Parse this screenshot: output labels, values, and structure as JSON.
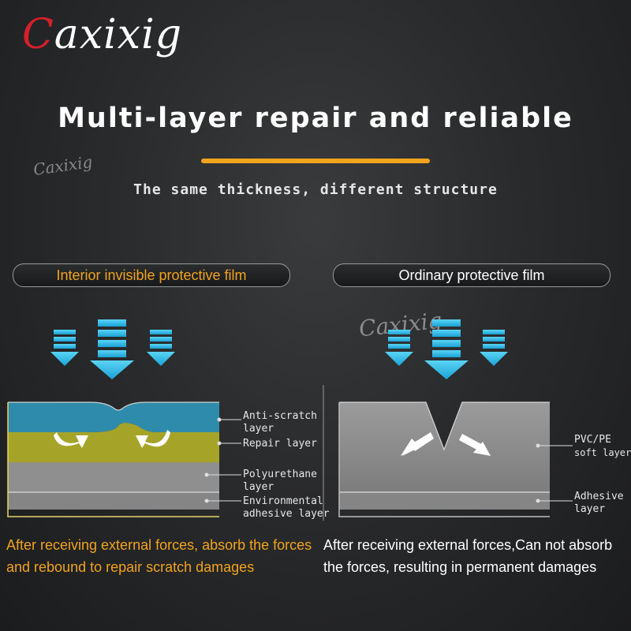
{
  "brand": {
    "logo_text": "Caxixig",
    "logo_first": "C",
    "logo_rest": "axixig",
    "accent": "#d4202a"
  },
  "watermarks": [
    "Caxixig",
    "Caxixig"
  ],
  "header": {
    "title": "Multi-layer repair and reliable",
    "subtitle": "The same thickness, different structure",
    "underline_color": "#f2a41c"
  },
  "left_panel": {
    "heading": "Interior invisible protective film",
    "heading_color": "#f2a41c",
    "layers": [
      {
        "label_line1": "Anti-scratch",
        "label_line2": "layer",
        "color": "#2e8aa8"
      },
      {
        "label_line1": "Repair layer",
        "label_line2": "",
        "color": "#a9a92a"
      },
      {
        "label_line1": "Polyurethane",
        "label_line2": "layer",
        "color": "#8e8e8e"
      },
      {
        "label_line1": "Environmental",
        "label_line2": "adhesive layer",
        "color": "#8a8a8a"
      }
    ],
    "description": "After receiving external forces, absorb the forces and rebound to repair scratch damages"
  },
  "right_panel": {
    "heading": "Ordinary protective film",
    "layers": [
      {
        "label_line1": "PVC/PE",
        "label_line2": "soft layer",
        "color": "#8e8e8e"
      },
      {
        "label_line1": "Adhesive",
        "label_line2": "layer",
        "color": "#858585"
      }
    ],
    "description": "After receiving external forces,Can not absorb the forces, resulting in permanent damages"
  },
  "icons": {
    "force_arrow": "down-arrow-icon",
    "rebound_arrow": "curved-arrow-icon",
    "spread_arrow": "diagonal-arrow-icon",
    "arrow_color": "#1fb6e6"
  }
}
